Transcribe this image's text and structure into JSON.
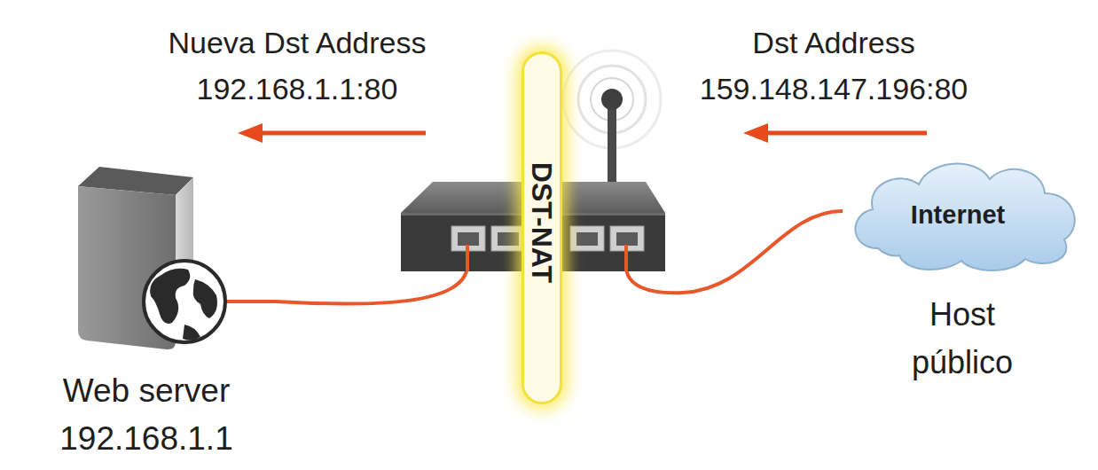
{
  "diagram": {
    "nodes": [
      {
        "text": [
          "Web server 192.168.1.1"
        ]
      },
      {
        "text": [
          "DST-NAT"
        ]
      },
      {
        "text": [
          "Internet",
          "Host público"
        ]
      }
    ],
    "edges": [
      {
        "from": 0,
        "to": 1,
        "arrow": "none"
      },
      {
        "from": 1,
        "to": 2,
        "arrow": "none"
      }
    ],
    "labels": [
      "Nueva Dst Address",
      "192.168.1.1:80",
      "Dst Address",
      "159.148.147.196:80"
    ]
  }
}
